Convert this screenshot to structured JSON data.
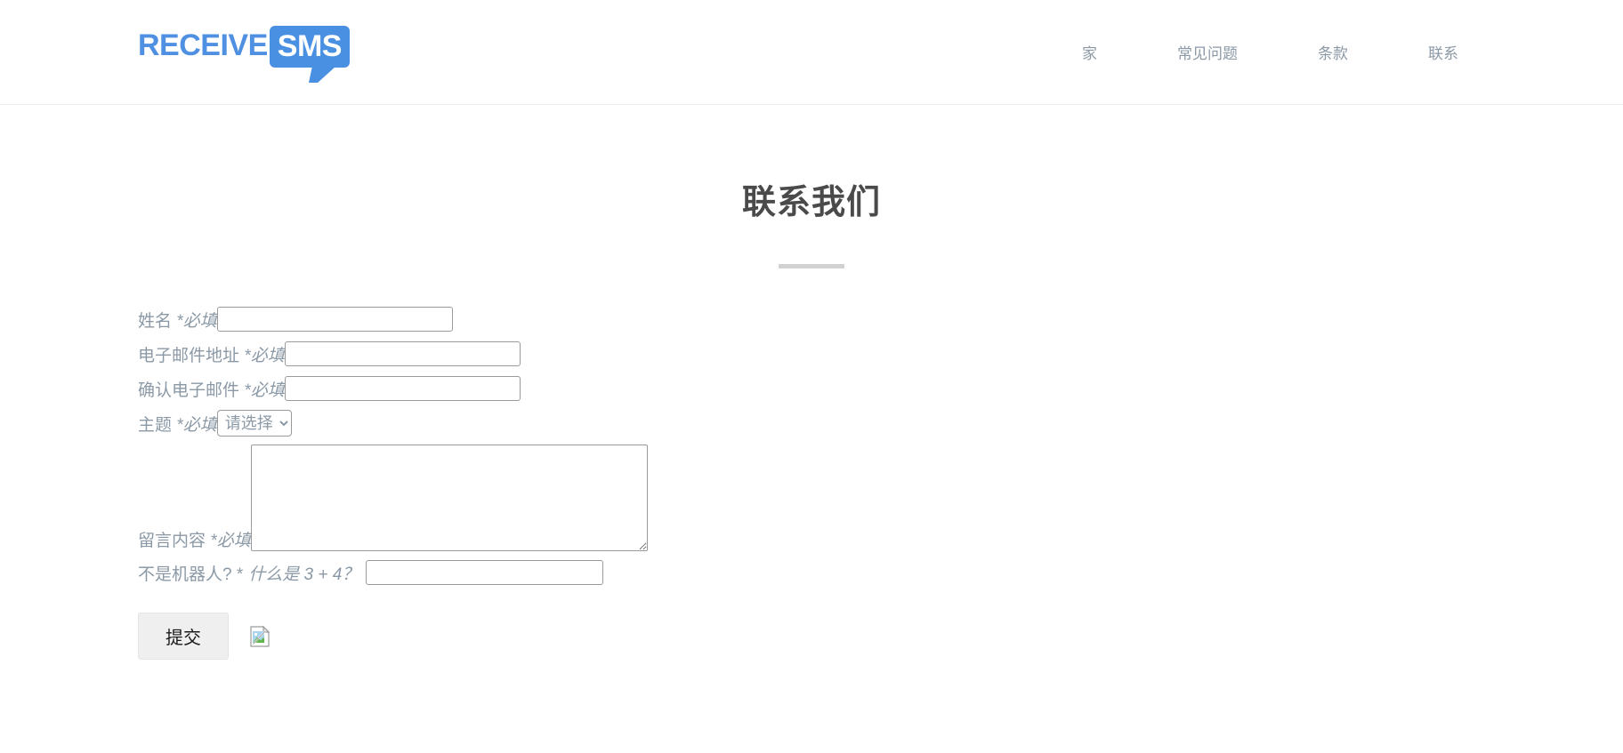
{
  "header": {
    "logo": {
      "primary_text": "RECEIVE",
      "bubble_text": "SMS",
      "primary_color": "#4f90e2",
      "bubble_color": "#4a90e2"
    },
    "nav": [
      {
        "label": "家",
        "name": "nav-home"
      },
      {
        "label": "常见问题",
        "name": "nav-faq"
      },
      {
        "label": "条款",
        "name": "nav-terms"
      },
      {
        "label": "联系",
        "name": "nav-contact"
      }
    ]
  },
  "main": {
    "title": "联系我们",
    "divider_color": "#d2d2d2"
  },
  "form": {
    "fields": {
      "name": {
        "label": "姓名",
        "required_mark": " *必填",
        "value": "",
        "placeholder": ""
      },
      "email": {
        "label": "电子邮件地址",
        "required_mark": " *必填",
        "value": "",
        "placeholder": ""
      },
      "confirm_email": {
        "label": "确认电子邮件",
        "required_mark": " *必填",
        "value": "",
        "placeholder": ""
      },
      "subject": {
        "label": "主题",
        "required_mark": " *必填",
        "selected_option": "请选择",
        "options": [
          "请选择"
        ]
      },
      "message": {
        "label": "留言内容",
        "required_mark": " *必填",
        "value": "",
        "placeholder": ""
      },
      "captcha": {
        "label": "不是机器人? *",
        "question": "什么是 3 + 4？",
        "value": "",
        "placeholder": ""
      }
    },
    "submit_label": "提交",
    "attachment_icon": "broken-image-icon"
  }
}
